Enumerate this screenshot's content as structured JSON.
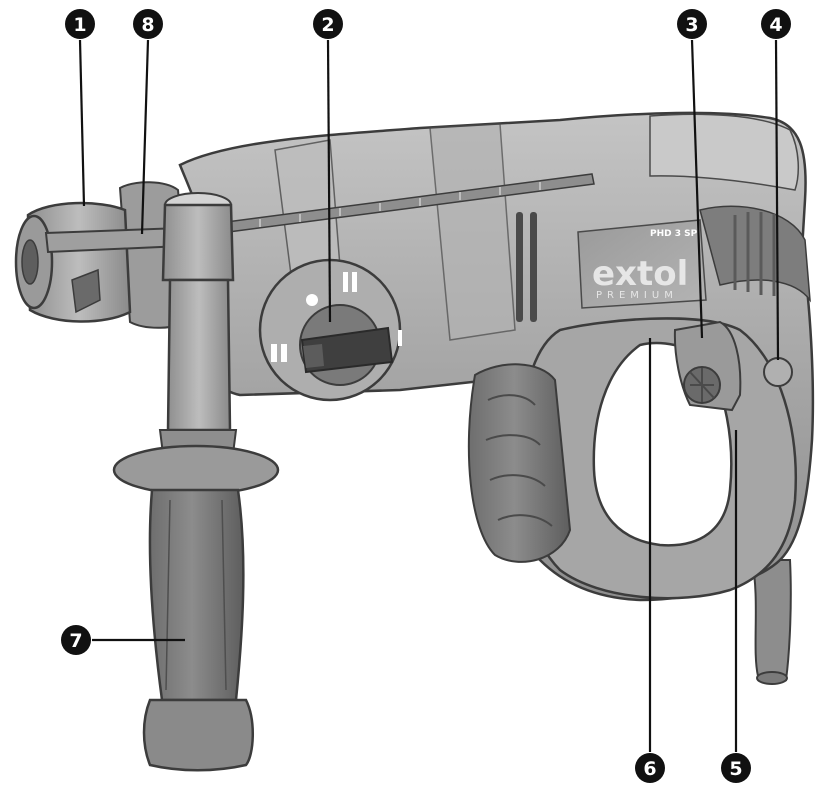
{
  "brand": {
    "model": "PHD 3 SP",
    "name": "extol",
    "tagline": "PREMIUM"
  },
  "callouts": [
    {
      "number": "1"
    },
    {
      "number": "8"
    },
    {
      "number": "2"
    },
    {
      "number": "3"
    },
    {
      "number": "4"
    },
    {
      "number": "7"
    },
    {
      "number": "6"
    },
    {
      "number": "5"
    }
  ],
  "colors": {
    "body": "#a9a9a9",
    "body_light": "#c2c2c2",
    "body_dark": "#8a8a8a",
    "outline": "#3c3c3c",
    "callout_fill": "#111111",
    "callout_text": "#ffffff"
  }
}
